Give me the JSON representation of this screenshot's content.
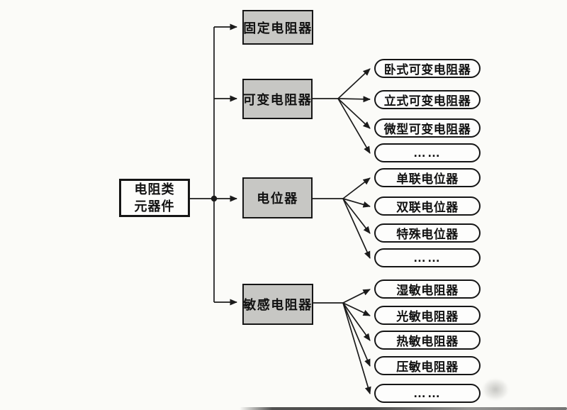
{
  "palette": {
    "background": "#fbfbf8",
    "line_color": "#1b1b1b",
    "branch_box_fill": "#c7c7c4",
    "node_border": "#161616",
    "pill_fill": "#fdfdfc",
    "text_color": "#111111"
  },
  "tree": {
    "root": {
      "lines": [
        "电阻类",
        "元器件"
      ]
    },
    "branches": [
      {
        "label": "固定电阻器",
        "children": []
      },
      {
        "label": "可变电阻器",
        "children": [
          "卧式可变电阻器",
          "立式可变电阻器",
          "微型可变电阻器",
          "……"
        ]
      },
      {
        "label": "电位器",
        "children": [
          "单联电位器",
          "双联电位器",
          "特殊电位器",
          "……"
        ]
      },
      {
        "label": "敏感电阻器",
        "children": [
          "湿敏电阻器",
          "光敏电阻器",
          "热敏电阻器",
          "压敏电阻器",
          "……"
        ]
      }
    ]
  }
}
